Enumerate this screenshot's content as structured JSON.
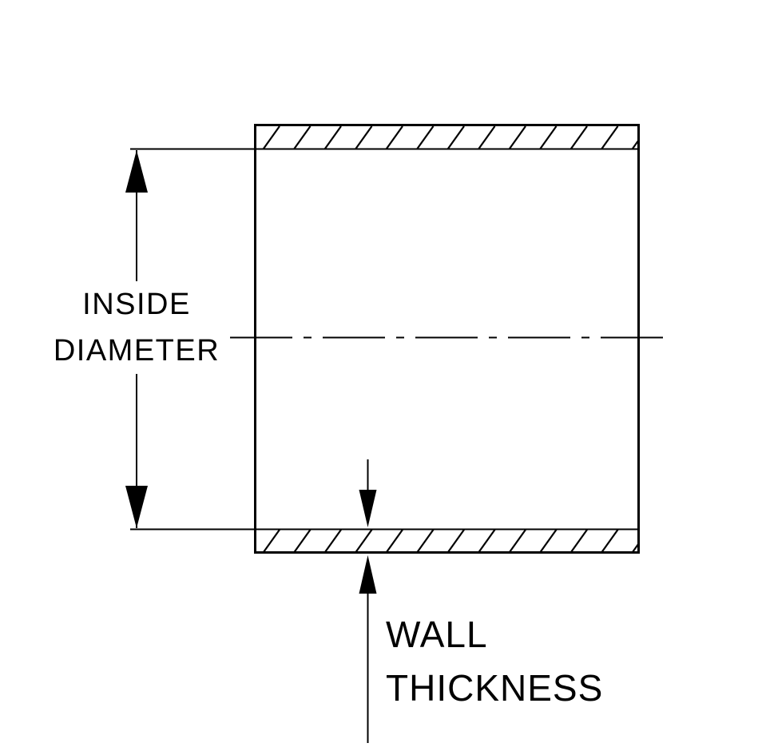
{
  "diagram": {
    "labels": {
      "inside_diameter": {
        "line1": "INSIDE",
        "line2": "DIAMETER"
      },
      "wall_thickness": {
        "line1": "WALL",
        "line2": "THICKNESS"
      }
    },
    "colors": {
      "line": "#000000",
      "background": "#ffffff"
    }
  }
}
